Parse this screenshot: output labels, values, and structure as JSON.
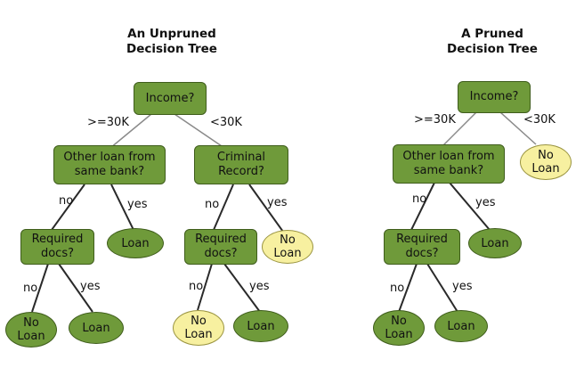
{
  "unpruned": {
    "title_line1": "An Unpruned",
    "title_line2": "Decision Tree",
    "nodes": {
      "income": "Income?",
      "other_loan": "Other loan from\nsame bank?",
      "criminal": "Criminal\nRecord?",
      "req_docs_left": "Required\ndocs?",
      "loan_left": "Loan",
      "req_docs_right": "Required\ndocs?",
      "noloan_right": "No\nLoan",
      "noloan_ll": "No\nLoan",
      "loan_ll": "Loan",
      "noloan_rl": "No\nLoan",
      "loan_rl": "Loan"
    },
    "edges": {
      "ge30k": ">=30K",
      "lt30k": "<30K",
      "no_1": "no",
      "yes_1": "yes",
      "no_2": "no",
      "yes_2": "yes",
      "no_3": "no",
      "yes_3": "yes",
      "no_4": "no",
      "yes_4": "yes"
    }
  },
  "pruned": {
    "title_line1": "A Pruned",
    "title_line2": "Decision Tree",
    "nodes": {
      "income": "Income?",
      "other_loan": "Other loan from\nsame bank?",
      "noloan": "No\nLoan",
      "req_docs": "Required\ndocs?",
      "loan": "Loan",
      "noloan_l": "No\nLoan",
      "loan_l": "Loan"
    },
    "edges": {
      "ge30k": ">=30K",
      "lt30k": "<30K",
      "no_1": "no",
      "yes_1": "yes",
      "no_2": "no",
      "yes_2": "yes"
    }
  },
  "colors": {
    "decision_fill": "#6f9a3a",
    "leaf_loan_fill": "#6f9a3a",
    "leaf_noloan_fill": "#f7f0a0",
    "edge_dark": "#2a2a2a",
    "edge_light": "#8a8a8a"
  }
}
